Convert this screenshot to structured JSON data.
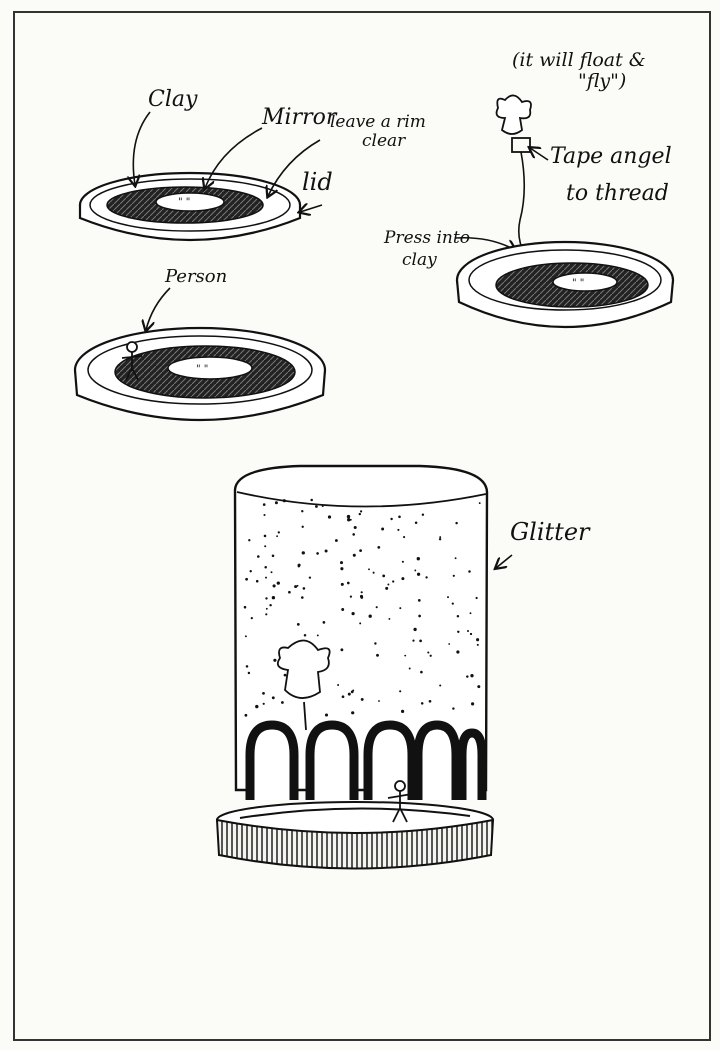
{
  "labels": {
    "clay": "Clay",
    "mirror": "Mirror",
    "leave_rim_1": "leave a rim",
    "leave_rim_2": "clear",
    "lid": "lid",
    "person": "Person",
    "float_1": "(it will float &",
    "float_2": "\"fly\")",
    "tape_1": "Tape angel",
    "tape_2": "to thread",
    "press_1": "Press into",
    "press_2": "clay",
    "glitter": "Glitter"
  },
  "icons": {
    "angel": "angel-figure-icon",
    "person": "person-figure-icon",
    "arrow": "pointer-arrow-icon"
  },
  "colors": {
    "ink": "#111111",
    "paper": "#fbfbf8"
  }
}
